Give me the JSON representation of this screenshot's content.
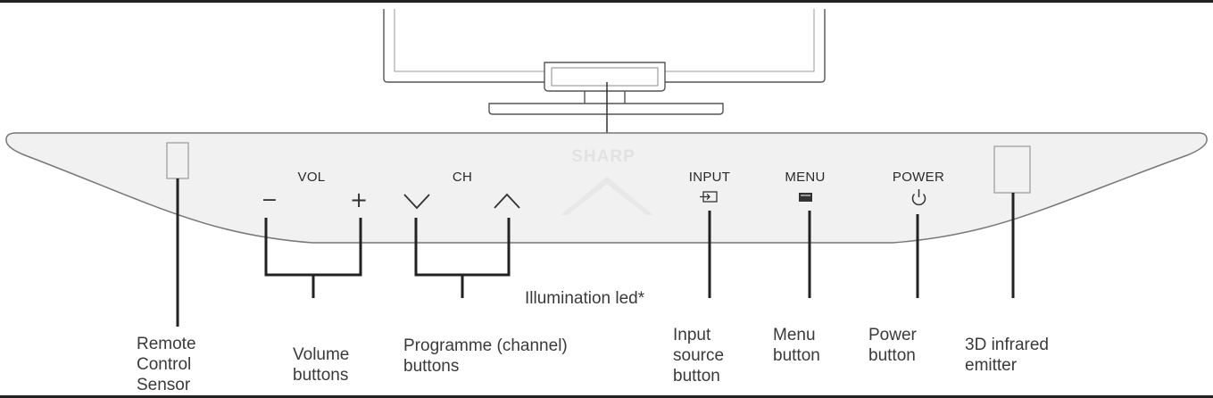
{
  "panel": {
    "brand": "SHARP",
    "vol": "VOL",
    "vol_minus": "−",
    "vol_plus": "+",
    "ch": "CH",
    "input": "INPUT",
    "menu": "MENU",
    "power": "POWER"
  },
  "icons": {
    "channel_down": "chevron-down-icon",
    "channel_up": "chevron-up-icon",
    "input": "input-source-icon",
    "menu": "menu-icon",
    "power": "power-icon"
  },
  "callouts": {
    "remote_sensor": "Remote\nControl\nSensor",
    "volume": "Volume\nbuttons",
    "programme": "Programme (channel)\nbuttons",
    "illumination": "Illumination led*",
    "input": "Input\nsource\nbutton",
    "menu": "Menu\nbutton",
    "power": "Power\nbutton",
    "infrared": "3D infrared\nemitter"
  }
}
